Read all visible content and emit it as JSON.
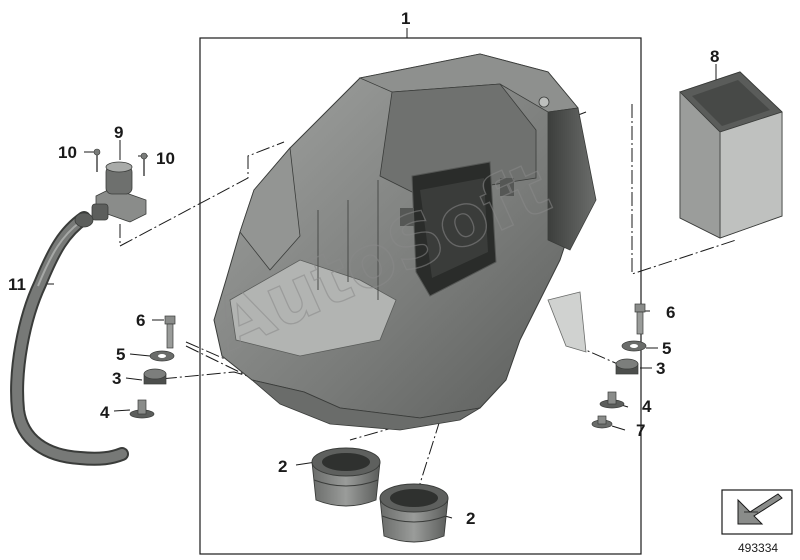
{
  "callouts": {
    "c1": "1",
    "c2a": "2",
    "c2b": "2",
    "c3l": "3",
    "c3r": "3",
    "c4l": "4",
    "c4r": "4",
    "c5l": "5",
    "c5r": "5",
    "c6l": "6",
    "c6r": "6",
    "c7": "7",
    "c8": "8",
    "c9": "9",
    "c10l": "10",
    "c10r": "10",
    "c11": "11"
  },
  "watermark": "AutoSoft",
  "diagram_number": "493334",
  "icons": {
    "legend": "arrow-down-left-icon"
  },
  "colors": {
    "part_fill": "#7d7f7d",
    "part_dark": "#4a4c4a",
    "part_light": "#b3b5b3",
    "line": "#1a1a1a"
  }
}
